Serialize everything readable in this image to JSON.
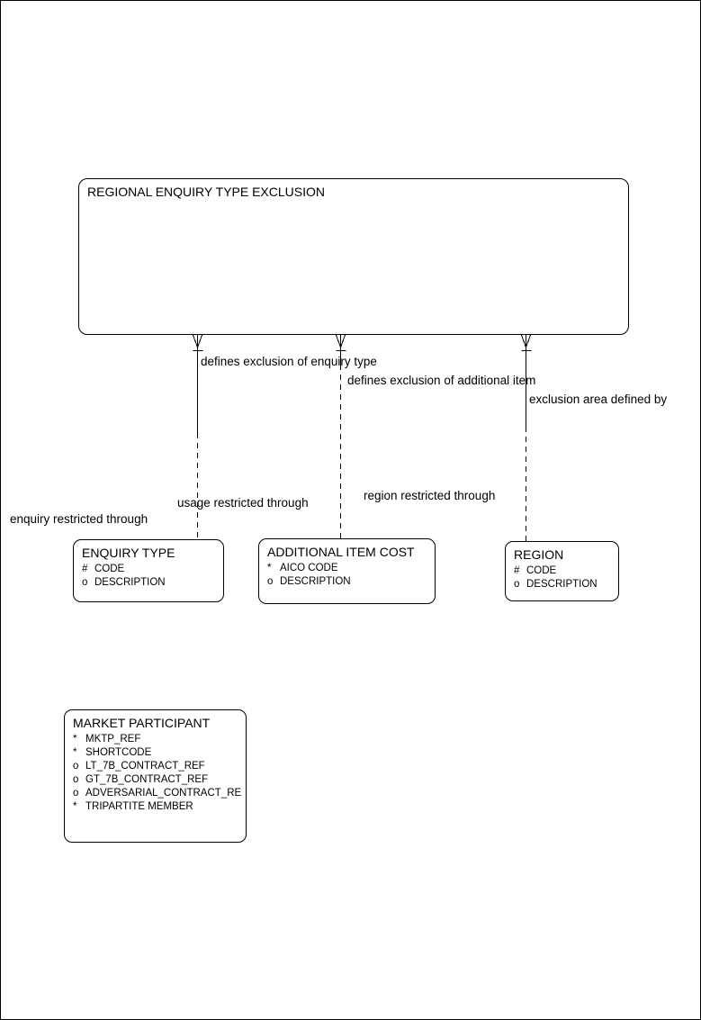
{
  "page": {
    "background": "#ffffff",
    "border_color": "#000000",
    "line_color": "#000000"
  },
  "diagram": {
    "type": "entity-relationship",
    "notation_symbols": {
      "many_end": "crows-foot",
      "uid_bar": "cross-tick",
      "optional_segment": "dashed-line",
      "mandatory_segment": "solid-line"
    },
    "root_entity": {
      "name": "REGIONAL ENQUIRY TYPE EXCLUSION"
    },
    "entities": [
      {
        "name": "ENQUIRY TYPE",
        "attributes": [
          {
            "marker": "#",
            "name": "CODE"
          },
          {
            "marker": "o",
            "name": "DESCRIPTION"
          }
        ]
      },
      {
        "name": "ADDITIONAL ITEM COST",
        "attributes": [
          {
            "marker": "*",
            "name": "AICO CODE"
          },
          {
            "marker": "o",
            "name": "DESCRIPTION"
          }
        ]
      },
      {
        "name": "REGION",
        "attributes": [
          {
            "marker": "#",
            "name": "CODE"
          },
          {
            "marker": "o",
            "name": "DESCRIPTION"
          }
        ]
      },
      {
        "name": "MARKET PARTICIPANT",
        "attributes": [
          {
            "marker": "*",
            "name": "MKTP_REF"
          },
          {
            "marker": "*",
            "name": "SHORTCODE"
          },
          {
            "marker": "o",
            "name": "LT_7B_CONTRACT_REF"
          },
          {
            "marker": "o",
            "name": "GT_7B_CONTRACT_REF"
          },
          {
            "marker": "o",
            "name": "ADVERSARIAL_CONTRACT_RE"
          },
          {
            "marker": "*",
            "name": "TRIPARTITE MEMBER"
          }
        ]
      }
    ],
    "relationships": [
      {
        "from": "REGIONAL ENQUIRY TYPE EXCLUSION",
        "to": "ENQUIRY TYPE",
        "label_near": "defines exclusion of enquiry type",
        "label_far": "enquiry restricted through"
      },
      {
        "from": "REGIONAL ENQUIRY TYPE EXCLUSION",
        "to": "ADDITIONAL ITEM COST",
        "label_near": "defines exclusion of additional item",
        "label_far": "usage restricted through"
      },
      {
        "from": "REGIONAL ENQUIRY TYPE EXCLUSION",
        "to": "REGION",
        "label_near": "exclusion area defined by",
        "label_far": "region restricted through"
      }
    ]
  }
}
